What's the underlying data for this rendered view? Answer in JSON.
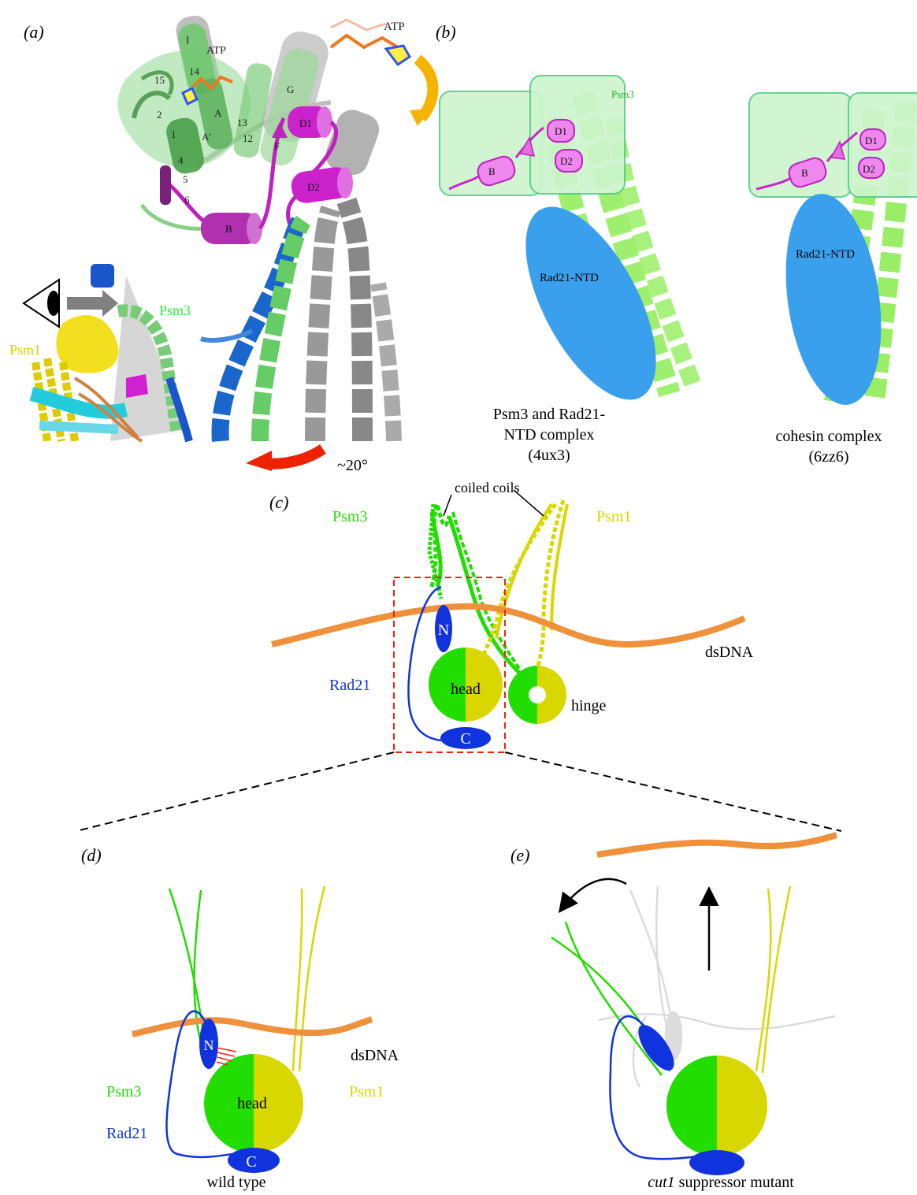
{
  "panels": {
    "a": {
      "letter": "a",
      "labels": {
        "atp_top": "ATP",
        "atp_mid": "ATP",
        "I": "I",
        "n14": "14",
        "n15": "15",
        "n2": "2",
        "n1": "1",
        "A": "A",
        "A_prime": "A'",
        "n13": "13",
        "n12": "12",
        "G": "G",
        "F": "F",
        "n4": "4",
        "n5": "5",
        "n6": "6",
        "D1": "D1",
        "D2": "D2",
        "B": "B",
        "psm3": "Psm3",
        "psm1": "Psm1",
        "rotation": "~20°"
      }
    },
    "b": {
      "letter": "b",
      "left": {
        "psm3": "Psm3",
        "D1": "D1",
        "D2": "D2",
        "B": "B",
        "rad21": "Rad21-NTD",
        "caption": [
          "Psm3 and Rad21-",
          "NTD complex",
          "(4ux3)"
        ]
      },
      "right": {
        "D1": "D1",
        "D2": "D2",
        "B": "B",
        "rad21": "Rad21-NTD",
        "caption": [
          "cohesin complex",
          "(6zz6)"
        ]
      }
    },
    "c": {
      "letter": "c",
      "coiled_coils": "coiled coils",
      "psm3": "Psm3",
      "psm1": "Psm1",
      "dsdna": "dsDNA",
      "rad21": "Rad21",
      "head": "head",
      "hinge": "hinge",
      "n_term": "N",
      "c_term": "C"
    },
    "d": {
      "letter": "d",
      "psm3": "Psm3",
      "psm1": "Psm1",
      "dsdna": "dsDNA",
      "rad21": "Rad21",
      "head": "head",
      "n_term": "N",
      "c_term": "C",
      "caption": "wild type"
    },
    "e": {
      "letter": "e",
      "caption_italic": "cut1",
      "caption_rest": " suppressor mutant"
    }
  },
  "colors": {
    "psm3_green": "#22dd00",
    "psm1_yellow": "#d8d800",
    "rad21_blue": "#1133dd",
    "dna_orange": "#f0903a",
    "rad21_ntd_blue": "#3aa0ee",
    "magenta": "#d020d0",
    "box_red": "#ee2211"
  }
}
